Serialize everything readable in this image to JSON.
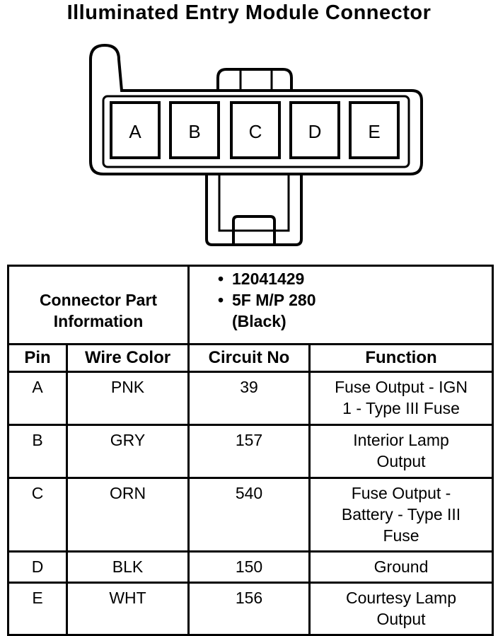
{
  "title": "Illuminated Entry Module Connector",
  "connector": {
    "cavities": [
      "A",
      "B",
      "C",
      "D",
      "E"
    ]
  },
  "part_info": {
    "label_line1": "Connector Part",
    "label_line2": "Information",
    "part_number": "12041429",
    "series": "5F M/P 280",
    "color": "(Black)"
  },
  "table": {
    "headers": {
      "pin": "Pin",
      "wire_color": "Wire Color",
      "circuit": "Circuit No",
      "function": "Function"
    },
    "rows": [
      {
        "pin": "A",
        "wire_color": "PNK",
        "circuit": "39",
        "function_lines": [
          "Fuse Output - IGN",
          "1 - Type III Fuse"
        ]
      },
      {
        "pin": "B",
        "wire_color": "GRY",
        "circuit": "157",
        "function_lines": [
          "Interior Lamp",
          "Output"
        ]
      },
      {
        "pin": "C",
        "wire_color": "ORN",
        "circuit": "540",
        "function_lines": [
          "Fuse Output -",
          "Battery - Type III",
          "Fuse"
        ]
      },
      {
        "pin": "D",
        "wire_color": "BLK",
        "circuit": "150",
        "function_lines": [
          "Ground"
        ]
      },
      {
        "pin": "E",
        "wire_color": "WHT",
        "circuit": "156",
        "function_lines": [
          "Courtesy Lamp",
          "Output"
        ]
      }
    ]
  }
}
